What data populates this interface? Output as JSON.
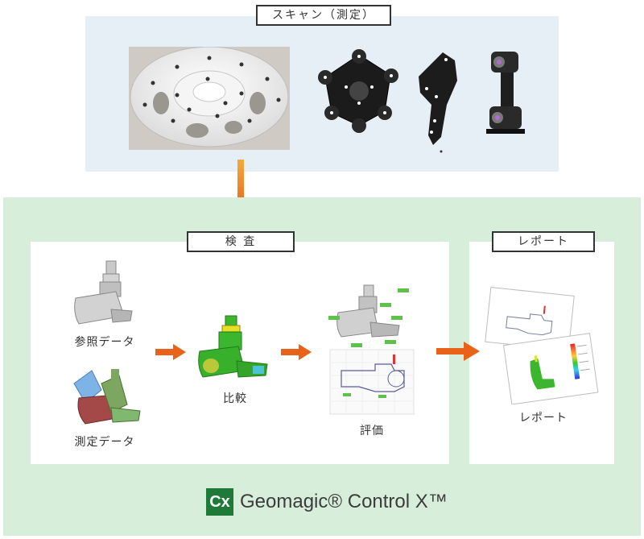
{
  "scan": {
    "title": "スキャン（測定）"
  },
  "inspection": {
    "title": "検 査",
    "reference_label": "参照データ",
    "measured_label": "測定データ",
    "compare_label": "比較",
    "evaluate_label": "評価"
  },
  "report": {
    "title": "レポート",
    "item_label": "レポート"
  },
  "brand": {
    "logo_text": "Cx",
    "name": "Geomagic® Control X™"
  },
  "colors": {
    "scan_bg": "#e6eff5",
    "green_bg": "#d7eedb",
    "arrow": "#e8621a",
    "arrow_down_top": "#f2a93b",
    "logo_green": "#1f7a3a"
  }
}
